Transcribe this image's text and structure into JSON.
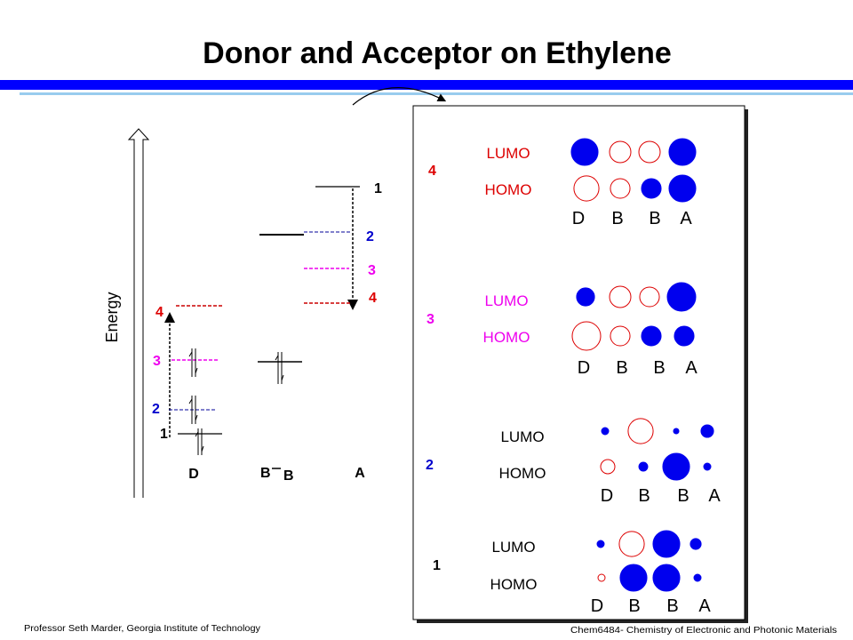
{
  "title": "Donor and Acceptor on Ethylene",
  "energy_label": "Energy",
  "colors": {
    "blue_bar": "#0000ff",
    "light_bar": "#99ccee",
    "red": "#dd0000",
    "magenta": "#ee00ee",
    "blue": "#0000cc",
    "orbital_fill": "#0000ee",
    "orbital_open": "#dd0000"
  },
  "level_diagram": {
    "acceptor_level": "1",
    "bridge_level": "2",
    "mix3": "3",
    "mix4": "4",
    "donor_levels": [
      "1",
      "2",
      "3",
      "4"
    ],
    "fragments": {
      "donor": "D",
      "bridge_left": "B",
      "bridge_right": "B",
      "acceptor": "A"
    }
  },
  "orbital_panel": {
    "groups": [
      {
        "number": "4",
        "lumo_label": "LUMO",
        "homo_label": "HOMO",
        "atoms": [
          "D",
          "B",
          "B",
          "A"
        ],
        "lumo": [
          {
            "sign": 1,
            "c": 0.94
          },
          {
            "sign": -1,
            "c": 0.75
          },
          {
            "sign": -1,
            "c": 0.75
          },
          {
            "sign": 1,
            "c": 0.94
          }
        ],
        "homo": [
          {
            "sign": -1,
            "c": 0.88
          },
          {
            "sign": -1,
            "c": 0.69
          },
          {
            "sign": 1,
            "c": 0.69
          },
          {
            "sign": 1,
            "c": 0.94
          }
        ]
      },
      {
        "number": "3",
        "lumo_label": "LUMO",
        "homo_label": "HOMO",
        "atoms": [
          "D",
          "B",
          "B",
          "A"
        ],
        "lumo": [
          {
            "sign": 1,
            "c": 0.63
          },
          {
            "sign": -1,
            "c": 0.75
          },
          {
            "sign": -1,
            "c": 0.69
          },
          {
            "sign": 1,
            "c": 1.0
          }
        ],
        "homo": [
          {
            "sign": -1,
            "c": 1.0
          },
          {
            "sign": -1,
            "c": 0.69
          },
          {
            "sign": 1,
            "c": 0.69
          },
          {
            "sign": 1,
            "c": 0.69
          }
        ]
      },
      {
        "number": "2",
        "lumo_label": "LUMO",
        "homo_label": "HOMO",
        "atoms": [
          "D",
          "B",
          "B",
          "A"
        ],
        "lumo": [
          {
            "sign": 1,
            "c": 0.25
          },
          {
            "sign": -1,
            "c": 0.88
          },
          {
            "sign": 1,
            "c": 0.19
          },
          {
            "sign": 1,
            "c": 0.44
          }
        ],
        "homo": [
          {
            "sign": -1,
            "c": 0.5
          },
          {
            "sign": 1,
            "c": 0.31
          },
          {
            "sign": 1,
            "c": 0.94
          },
          {
            "sign": 1,
            "c": 0.25
          }
        ]
      },
      {
        "number": "1",
        "lumo_label": "LUMO",
        "homo_label": "HOMO",
        "atoms": [
          "D",
          "B",
          "B",
          "A"
        ],
        "lumo": [
          {
            "sign": 1,
            "c": 0.25
          },
          {
            "sign": -1,
            "c": 0.88
          },
          {
            "sign": 1,
            "c": 0.94
          },
          {
            "sign": 1,
            "c": 0.38
          }
        ],
        "homo": [
          {
            "sign": -1,
            "c": 0.25
          },
          {
            "sign": 1,
            "c": 0.94
          },
          {
            "sign": 1,
            "c": 0.94
          },
          {
            "sign": 1,
            "c": 0.25
          }
        ]
      }
    ]
  },
  "footer": {
    "left": "Professor Seth Marder, Georgia Institute of Technology",
    "right": "Chem6484- Chemistry of Electronic and Photonic Materials"
  }
}
